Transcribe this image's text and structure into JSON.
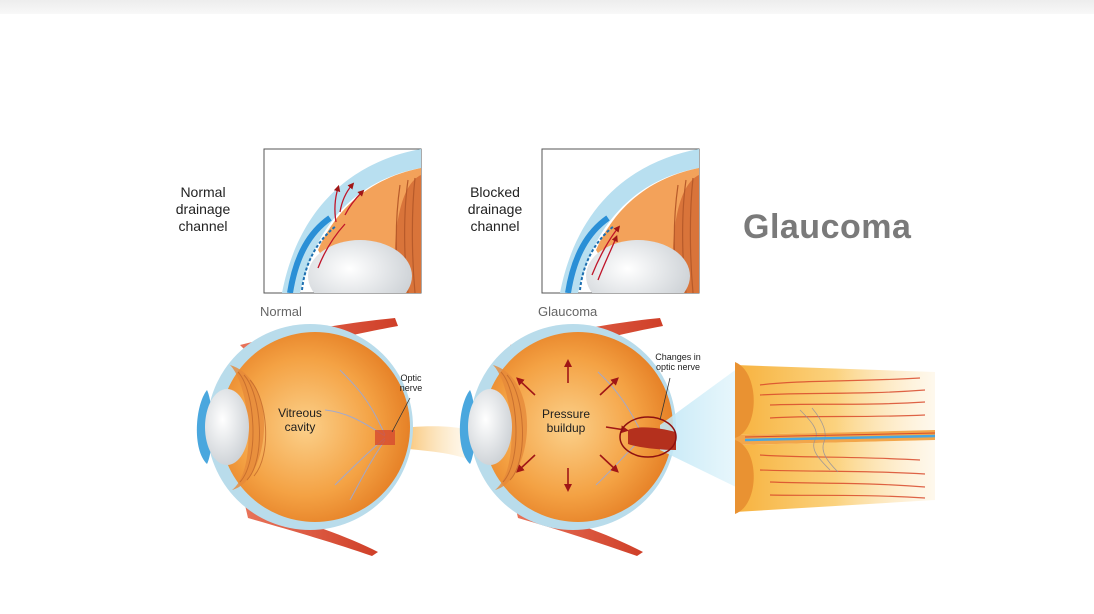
{
  "title": "Glaucoma",
  "insets": {
    "normal_label_line1": "Normal",
    "normal_label_line2": "drainage",
    "normal_label_line3": "channel",
    "blocked_label_line1": "Blocked",
    "blocked_label_line2": "drainage",
    "blocked_label_line3": "channel"
  },
  "captions": {
    "normal": "Normal",
    "glaucoma": "Glaucoma"
  },
  "eye_normal": {
    "cavity_line1": "Vitreous",
    "cavity_line2": "cavity",
    "nerve_line1": "Optic",
    "nerve_line2": "nerve"
  },
  "eye_glaucoma": {
    "pressure_line1": "Pressure",
    "pressure_line2": "buildup",
    "changes_line1": "Changes in",
    "changes_line2": "optic nerve"
  },
  "colors": {
    "title": "#7a7a7a",
    "eyeball": "#f29a3a",
    "sclera_blue": "#b8dff0",
    "muscle": "#e0553a",
    "arrow": "#a01616"
  }
}
